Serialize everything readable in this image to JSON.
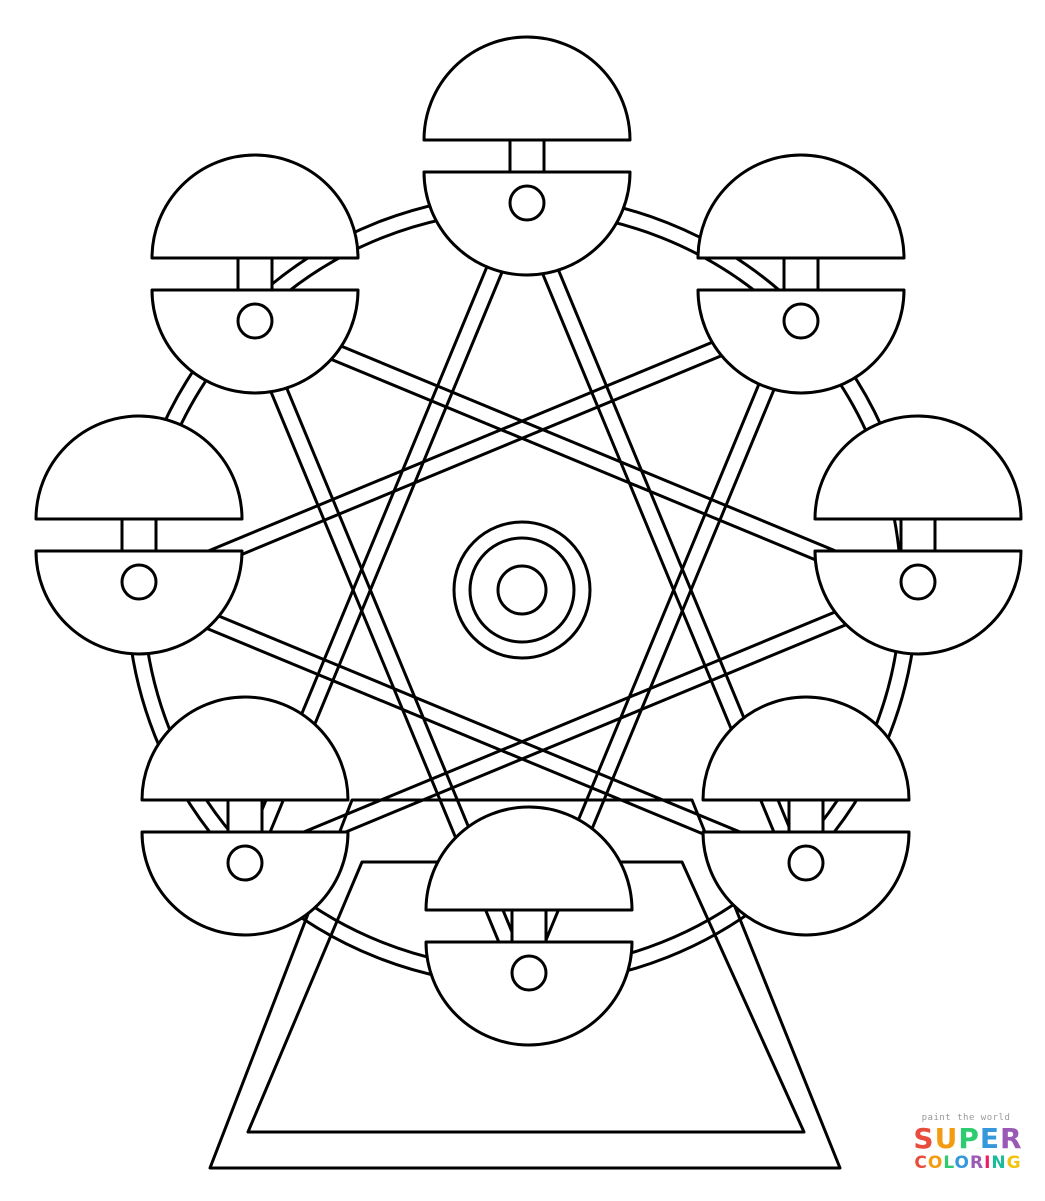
{
  "image": {
    "subject": "ferris-wheel",
    "style": "black line art on white",
    "line_color": "#000000",
    "background_color": "#ffffff",
    "gondola_count": 8
  },
  "watermark": {
    "tagline": "paint the world",
    "line1": "SUPER",
    "line2": "COLORING",
    "letter_colors": [
      "#e74c3c",
      "#f39c12",
      "#2ecc71",
      "#3498db",
      "#9b59b6",
      "#e91e63",
      "#1abc9c",
      "#f1c40f"
    ]
  }
}
